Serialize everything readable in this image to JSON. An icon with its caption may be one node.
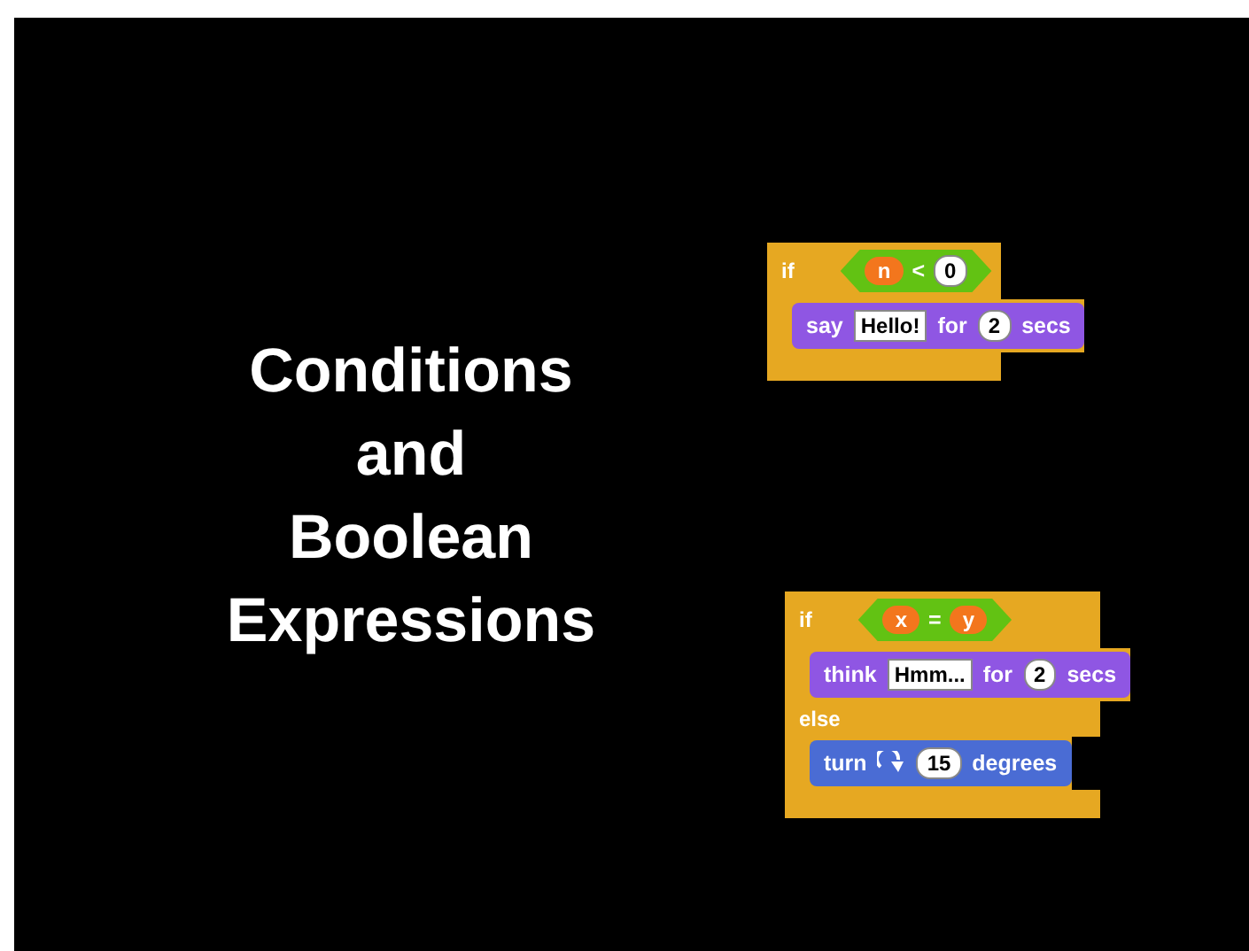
{
  "diagram": {
    "title": "Conditions and Boolean Expressions",
    "nodes": [
      {
        "text": [
          "if"
        ]
      },
      {
        "text": [
          "<"
        ],
        "in": 0
      },
      {
        "text": [
          "n"
        ],
        "in": 1
      },
      {
        "text": [
          "0"
        ],
        "in": 1
      },
      {
        "text": [
          "say",
          "for",
          "secs"
        ],
        "in": 0
      },
      {
        "text": [
          "Hello!"
        ],
        "in": 4
      },
      {
        "text": [
          "2"
        ],
        "in": 4
      },
      {
        "text": [
          "if",
          "else"
        ]
      },
      {
        "text": [
          "="
        ],
        "in": 7
      },
      {
        "text": [
          "x"
        ],
        "in": 8
      },
      {
        "text": [
          "y"
        ],
        "in": 8
      },
      {
        "text": [
          "think",
          "for",
          "secs"
        ],
        "in": 7
      },
      {
        "text": [
          "Hmm..."
        ],
        "in": 11
      },
      {
        "text": [
          "2"
        ],
        "in": 11
      },
      {
        "text": [
          "turn",
          "degrees"
        ],
        "in": 7
      },
      {
        "text": [
          "15"
        ],
        "in": 14
      }
    ],
    "edges": []
  }
}
